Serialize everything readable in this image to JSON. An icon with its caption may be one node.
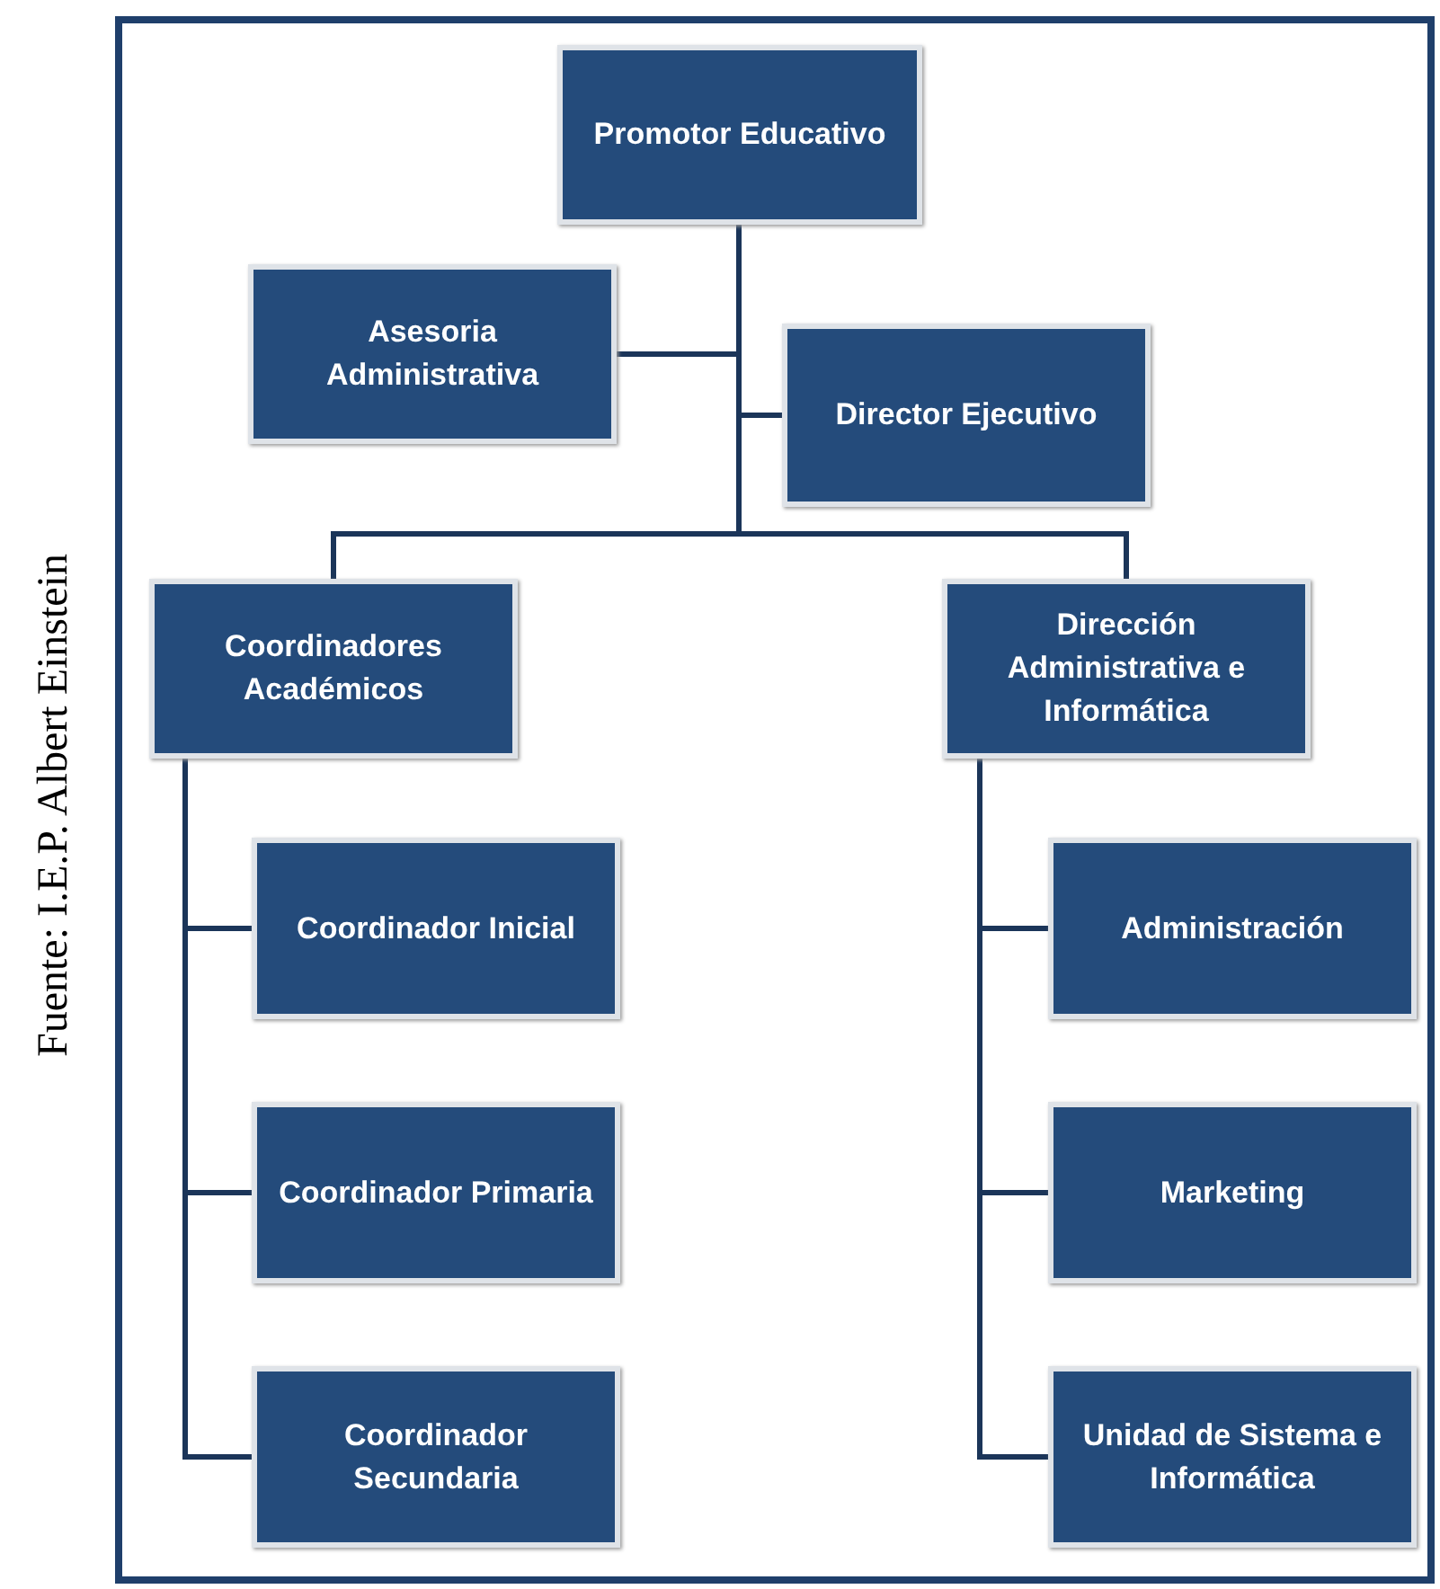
{
  "diagram": {
    "nodes": [
      {
        "text": [
          "Promotor Educativo"
        ]
      },
      {
        "text": [
          "Asesoria Administrativa"
        ]
      },
      {
        "text": [
          "Director Ejecutivo"
        ]
      },
      {
        "text": [
          "Coordinadores Académicos"
        ]
      },
      {
        "text": [
          "Dirección Administrativa e Informática"
        ]
      },
      {
        "text": [
          "Coordinador Inicial"
        ]
      },
      {
        "text": [
          "Coordinador Primaria"
        ]
      },
      {
        "text": [
          "Coordinador Secundaria"
        ]
      },
      {
        "text": [
          "Administración"
        ]
      },
      {
        "text": [
          "Marketing"
        ]
      },
      {
        "text": [
          "Unidad de Sistema e Informática"
        ]
      }
    ],
    "edges": [
      {
        "from": 0,
        "to": 1,
        "arrow": "none"
      },
      {
        "from": 0,
        "to": 2,
        "arrow": "none"
      },
      {
        "from": 0,
        "to": 3,
        "arrow": "none"
      },
      {
        "from": 0,
        "to": 4,
        "arrow": "none"
      },
      {
        "from": 3,
        "to": 5,
        "arrow": "none"
      },
      {
        "from": 3,
        "to": 6,
        "arrow": "none"
      },
      {
        "from": 3,
        "to": 7,
        "arrow": "none"
      },
      {
        "from": 4,
        "to": 8,
        "arrow": "none"
      },
      {
        "from": 4,
        "to": 9,
        "arrow": "none"
      },
      {
        "from": 4,
        "to": 10,
        "arrow": "none"
      }
    ],
    "labels": [
      "Fuente: I.E.P. Albert Einstein"
    ]
  }
}
